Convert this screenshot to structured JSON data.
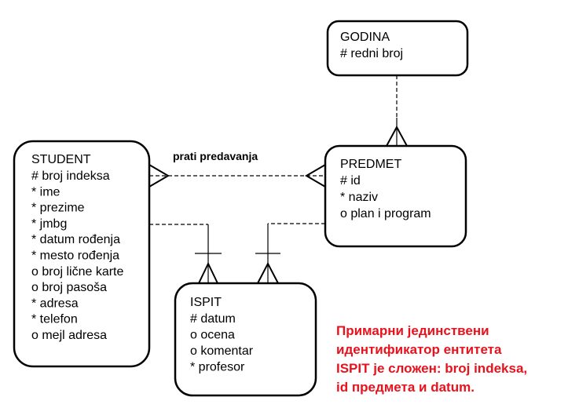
{
  "diagram": {
    "type": "entity-relationship",
    "entities": [
      {
        "id": "godina",
        "name": "GODINA",
        "attributes": [
          "# redni broj"
        ]
      },
      {
        "id": "student",
        "name": "STUDENT",
        "attributes": [
          "# broj indeksa",
          "* ime",
          "* prezime",
          "* jmbg",
          "* datum rođenja",
          "* mesto rođenja",
          "o broj lične karte",
          "o broj pasoša",
          "* adresa",
          "* telefon",
          "o mejl adresa"
        ]
      },
      {
        "id": "predmet",
        "name": "PREDMET",
        "attributes": [
          "# id",
          "* naziv",
          "o plan i program"
        ]
      },
      {
        "id": "ispit",
        "name": "ISPIT",
        "attributes": [
          "# datum",
          "o ocena",
          "o komentar",
          "* profesor"
        ]
      }
    ],
    "relationships": [
      {
        "from": "student",
        "to": "predmet",
        "label": "prati predavanja",
        "cardinality": "many-to-many",
        "optional": true
      },
      {
        "from": "godina",
        "to": "predmet",
        "label": "",
        "cardinality": "one-to-many",
        "optional": true
      },
      {
        "from": "student",
        "to": "ispit",
        "label": "",
        "cardinality": "one-to-many",
        "identifying": true
      },
      {
        "from": "predmet",
        "to": "ispit",
        "label": "",
        "cardinality": "one-to-many",
        "identifying": true
      }
    ]
  },
  "note": {
    "color": "#e8121d",
    "lines": [
      "Примарни јединствени",
      "идентификатор ентитета",
      "ISPIT је сложен: broj indeksa,",
      "id предмета и datum."
    ]
  }
}
